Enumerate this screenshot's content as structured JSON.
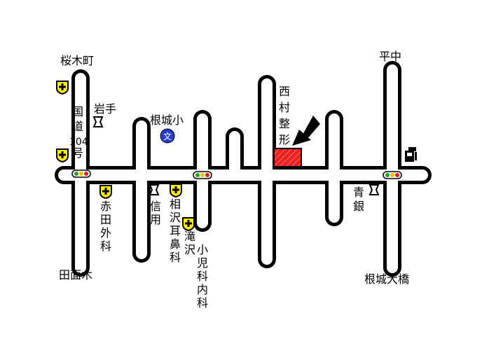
{
  "labels": {
    "sakuragicho": "桜木町",
    "hiranaka": "平中",
    "route_a": "国",
    "route_b": "道",
    "route_c": "104",
    "route_d": "号",
    "iwate": "岩手",
    "nejo_sho": "根城小",
    "bun": "文",
    "nishimura_1": "西",
    "nishimura_2": "村",
    "nishimura_3": "整",
    "nishimura_4": "形",
    "aka_1": "赤",
    "aka_2": "田",
    "aka_3": "外",
    "aka_4": "科",
    "shin_1": "信",
    "shin_2": "用",
    "ai_1": "相",
    "ai_2": "沢",
    "ai_3": "耳",
    "ai_4": "鼻",
    "ai_5": "科",
    "taki_1": "滝",
    "taki_2": "沢",
    "taki_3": "小",
    "taki_4": "児",
    "taki_5": "科",
    "taki_6": "内",
    "taki_7": "科",
    "ao_1": "青",
    "ao_2": "銀",
    "tamonoki": "田面木",
    "nejo_ohashi": "根城大橋"
  },
  "icons": [
    "hospital-icon",
    "bank-icon",
    "school-icon",
    "gas-station-icon",
    "traffic-light-icon",
    "arrow-icon",
    "destination-marker"
  ],
  "colors": {
    "destination": "#e82020",
    "school": "#2a3bd0",
    "hospital": "#ffee00",
    "road_outline": "#000000",
    "road_fill": "#ffffff"
  }
}
